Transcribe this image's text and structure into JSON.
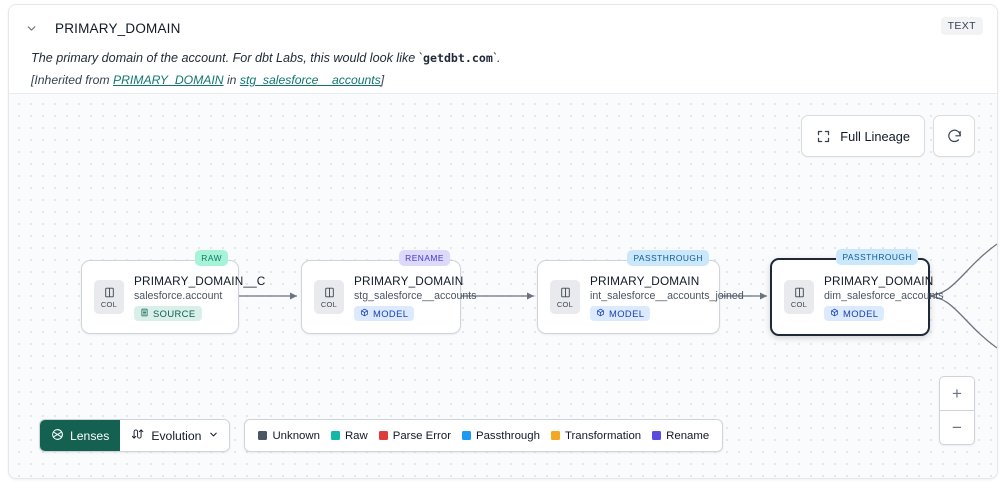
{
  "header": {
    "collapse_icon": "chevron-down-icon",
    "title": "PRIMARY_DOMAIN",
    "type_badge": "TEXT",
    "description_prefix": "The primary domain of the account. For dbt Labs, this would look like `",
    "description_code": "getdbt.com",
    "description_suffix": "`.",
    "inherit_open": "[Inherited from ",
    "inherit_link_column": "PRIMARY_DOMAIN",
    "inherit_mid": " in ",
    "inherit_link_table": "stg_salesforce__accounts",
    "inherit_close": "]"
  },
  "canvas": {
    "full_lineage_label": "Full Lineage",
    "full_lineage_icon": "expand-icon",
    "refresh_icon": "refresh-icon",
    "zoom_in_label": "+",
    "zoom_out_label": "−"
  },
  "nodes": [
    {
      "tag": "RAW",
      "tag_kind": "raw",
      "chip_label": "COL",
      "chip_icon": "column-icon",
      "column": "PRIMARY_DOMAIN__C",
      "table": "salesforce.account",
      "badge_label": "SOURCE",
      "badge_kind": "source",
      "badge_icon": "database-icon",
      "selected": false
    },
    {
      "tag": "RENAME",
      "tag_kind": "rename",
      "chip_label": "COL",
      "chip_icon": "column-icon",
      "column": "PRIMARY_DOMAIN",
      "table": "stg_salesforce__accounts",
      "badge_label": "MODEL",
      "badge_kind": "model",
      "badge_icon": "cube-icon",
      "selected": false
    },
    {
      "tag": "PASSTHROUGH",
      "tag_kind": "passthrough",
      "chip_label": "COL",
      "chip_icon": "column-icon",
      "column": "PRIMARY_DOMAIN",
      "table": "int_salesforce__accounts_joined",
      "badge_label": "MODEL",
      "badge_kind": "model",
      "badge_icon": "cube-icon",
      "selected": false
    },
    {
      "tag": "PASSTHROUGH",
      "tag_kind": "passthrough",
      "chip_label": "COL",
      "chip_icon": "column-icon",
      "column": "PRIMARY_DOMAIN",
      "table": "dim_salesforce_accounts",
      "badge_label": "MODEL",
      "badge_kind": "model",
      "badge_icon": "cube-icon",
      "selected": true
    }
  ],
  "toolbar": {
    "lenses_label": "Lenses",
    "lenses_icon": "lens-icon",
    "evolution_label": "Evolution",
    "evolution_icon": "evolution-icon",
    "evolution_chevron": "chevron-down-icon"
  },
  "legend": [
    {
      "label": "Unknown",
      "color": "#4b5563"
    },
    {
      "label": "Raw",
      "color": "#14b8a6"
    },
    {
      "label": "Parse Error",
      "color": "#e03b3b"
    },
    {
      "label": "Passthrough",
      "color": "#1d9bf0"
    },
    {
      "label": "Transformation",
      "color": "#f5a623"
    },
    {
      "label": "Rename",
      "color": "#5b4ae0"
    }
  ],
  "colors": {
    "accent_teal": "#146152",
    "link_teal": "#0f766e",
    "selected_border": "#1f2937",
    "canvas_bg": "#fafbfc",
    "dot": "#dfe3e8"
  }
}
